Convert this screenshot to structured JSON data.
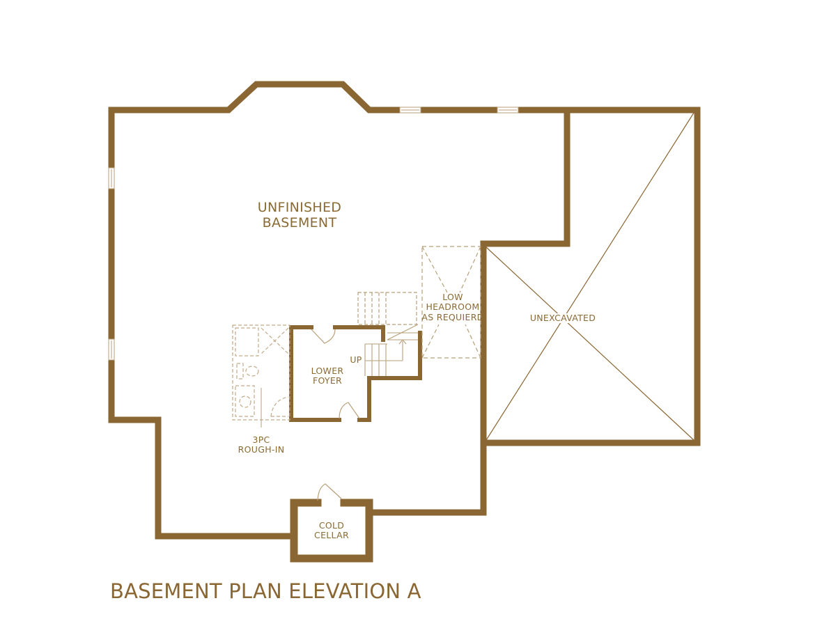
{
  "plan": {
    "title": "BASEMENT PLAN ELEVATION A",
    "wall_color": "#8a6632",
    "text_color": "#8a6a33",
    "dashed_color": "#c2ab88"
  },
  "rooms": {
    "unfinished_basement": {
      "line1": "UNFINISHED",
      "line2": "BASEMENT"
    },
    "low_headroom": {
      "line1": "LOW",
      "line2": "HEADROOM",
      "line3": "AS REQUIERD"
    },
    "unexcavated": {
      "label": "UNEXCAVATED"
    },
    "lower_foyer": {
      "line1": "LOWER",
      "line2": "FOYER"
    },
    "stairs": {
      "label": "UP"
    },
    "rough_in": {
      "line1": "3PC",
      "line2": "ROUGH-IN"
    },
    "cold_cellar": {
      "line1": "COLD",
      "line2": "CELLAR"
    }
  }
}
